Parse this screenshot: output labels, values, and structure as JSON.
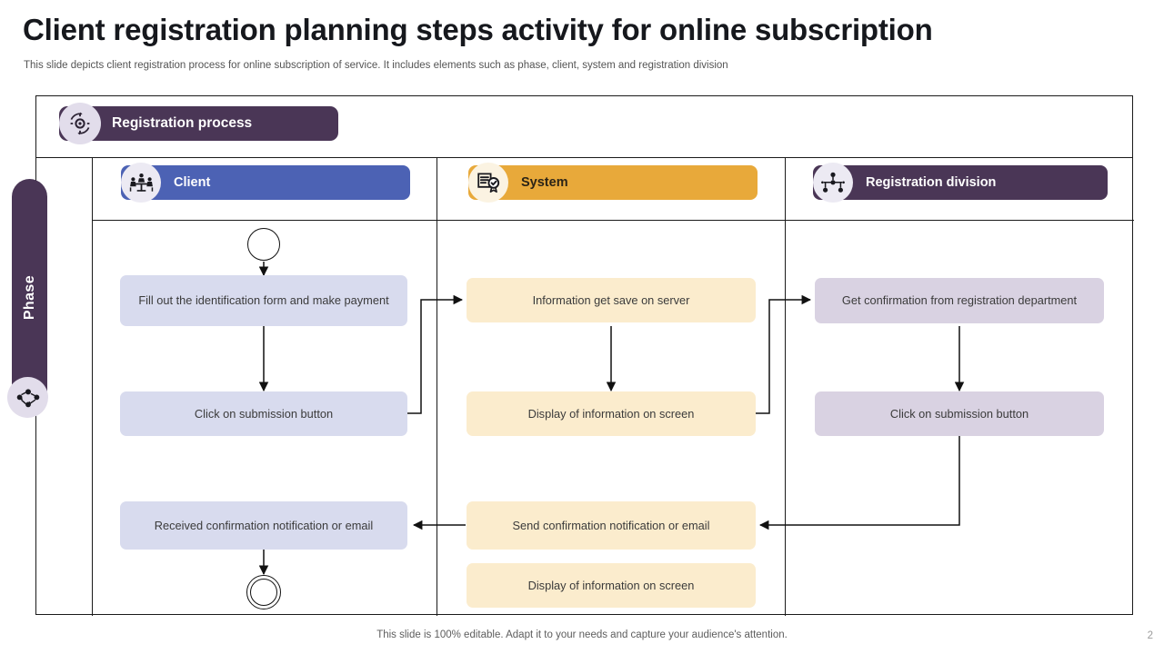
{
  "slide": {
    "title": "Client registration planning steps activity for online subscription",
    "subtitle": "This slide depicts client registration process for online subscription of service. It includes elements such as phase, client, system and registration division",
    "footer_note": "This slide is 100% editable. Adapt it to your needs and capture your audience's attention.",
    "page_number": "2"
  },
  "process_banner": {
    "label": "Registration process",
    "icon": "gear-cycle-icon",
    "color": "#4a3656",
    "badge_color": "#e2ddeb"
  },
  "phase": {
    "label": "Phase",
    "color": "#4a3656",
    "icon": "network-nodes-icon",
    "badge_color": "#e2ddeb"
  },
  "lanes": [
    {
      "id": "client",
      "label": "Client",
      "icon": "people-meeting-icon",
      "color": "#4c62b4",
      "text_color": "#ffffff",
      "badge_color": "#eceaf3",
      "node_color": "#d8dbee",
      "nodes": [
        {
          "label": "Fill out the identification form and make payment"
        },
        {
          "label": "Click on submission button"
        },
        {
          "label": "Received confirmation notification or email"
        }
      ]
    },
    {
      "id": "system",
      "label": "System",
      "icon": "certificate-check-icon",
      "color": "#e8a93a",
      "text_color": "#2b2417",
      "badge_color": "#fbf3e2",
      "node_color": "#fbeccd",
      "nodes": [
        {
          "label": "Information get save on server"
        },
        {
          "label": "Display of information on screen"
        },
        {
          "label": "Send confirmation notification or email"
        },
        {
          "label": "Display of information on screen"
        }
      ]
    },
    {
      "id": "regdiv",
      "label": "Registration division",
      "icon": "org-chart-icon",
      "color": "#4a3656",
      "text_color": "#ffffff",
      "badge_color": "#eceaf3",
      "node_color": "#d9d2e2",
      "nodes": [
        {
          "label": "Get confirmation from registration department"
        },
        {
          "label": "Click on submission button"
        }
      ]
    }
  ],
  "markers": {
    "start": "start-circle",
    "end": "end-circle"
  },
  "connector_color": "#111111"
}
